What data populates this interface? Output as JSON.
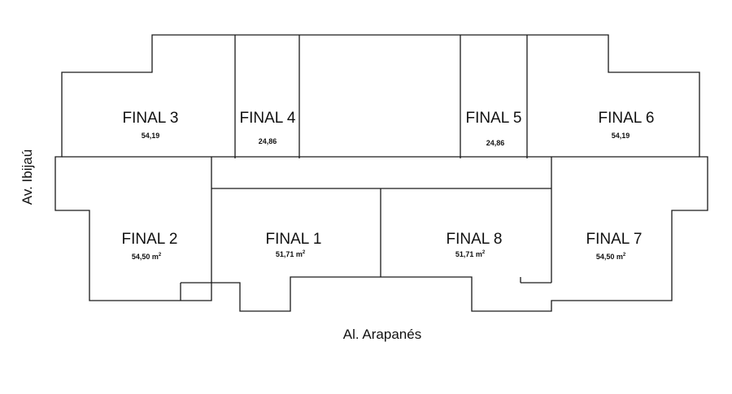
{
  "units": [
    {
      "id": "final-3",
      "name": "FINAL 3",
      "area": "54,19",
      "unit": ""
    },
    {
      "id": "final-4",
      "name": "FINAL 4",
      "area": "24,86",
      "unit": ""
    },
    {
      "id": "final-5",
      "name": "FINAL 5",
      "area": "24,86",
      "unit": ""
    },
    {
      "id": "final-6",
      "name": "FINAL 6",
      "area": "54,19",
      "unit": ""
    },
    {
      "id": "final-2",
      "name": "FINAL 2",
      "area": "54,50 m",
      "unit": "2"
    },
    {
      "id": "final-1",
      "name": "FINAL 1",
      "area": "51,71 m",
      "unit": "2"
    },
    {
      "id": "final-8",
      "name": "FINAL 8",
      "area": "51,71 m",
      "unit": "2"
    },
    {
      "id": "final-7",
      "name": "FINAL 7",
      "area": "54,50 m",
      "unit": "2"
    }
  ],
  "streets": {
    "left": "Av. Ibijaú",
    "bottom": "Al. Arapanés"
  }
}
